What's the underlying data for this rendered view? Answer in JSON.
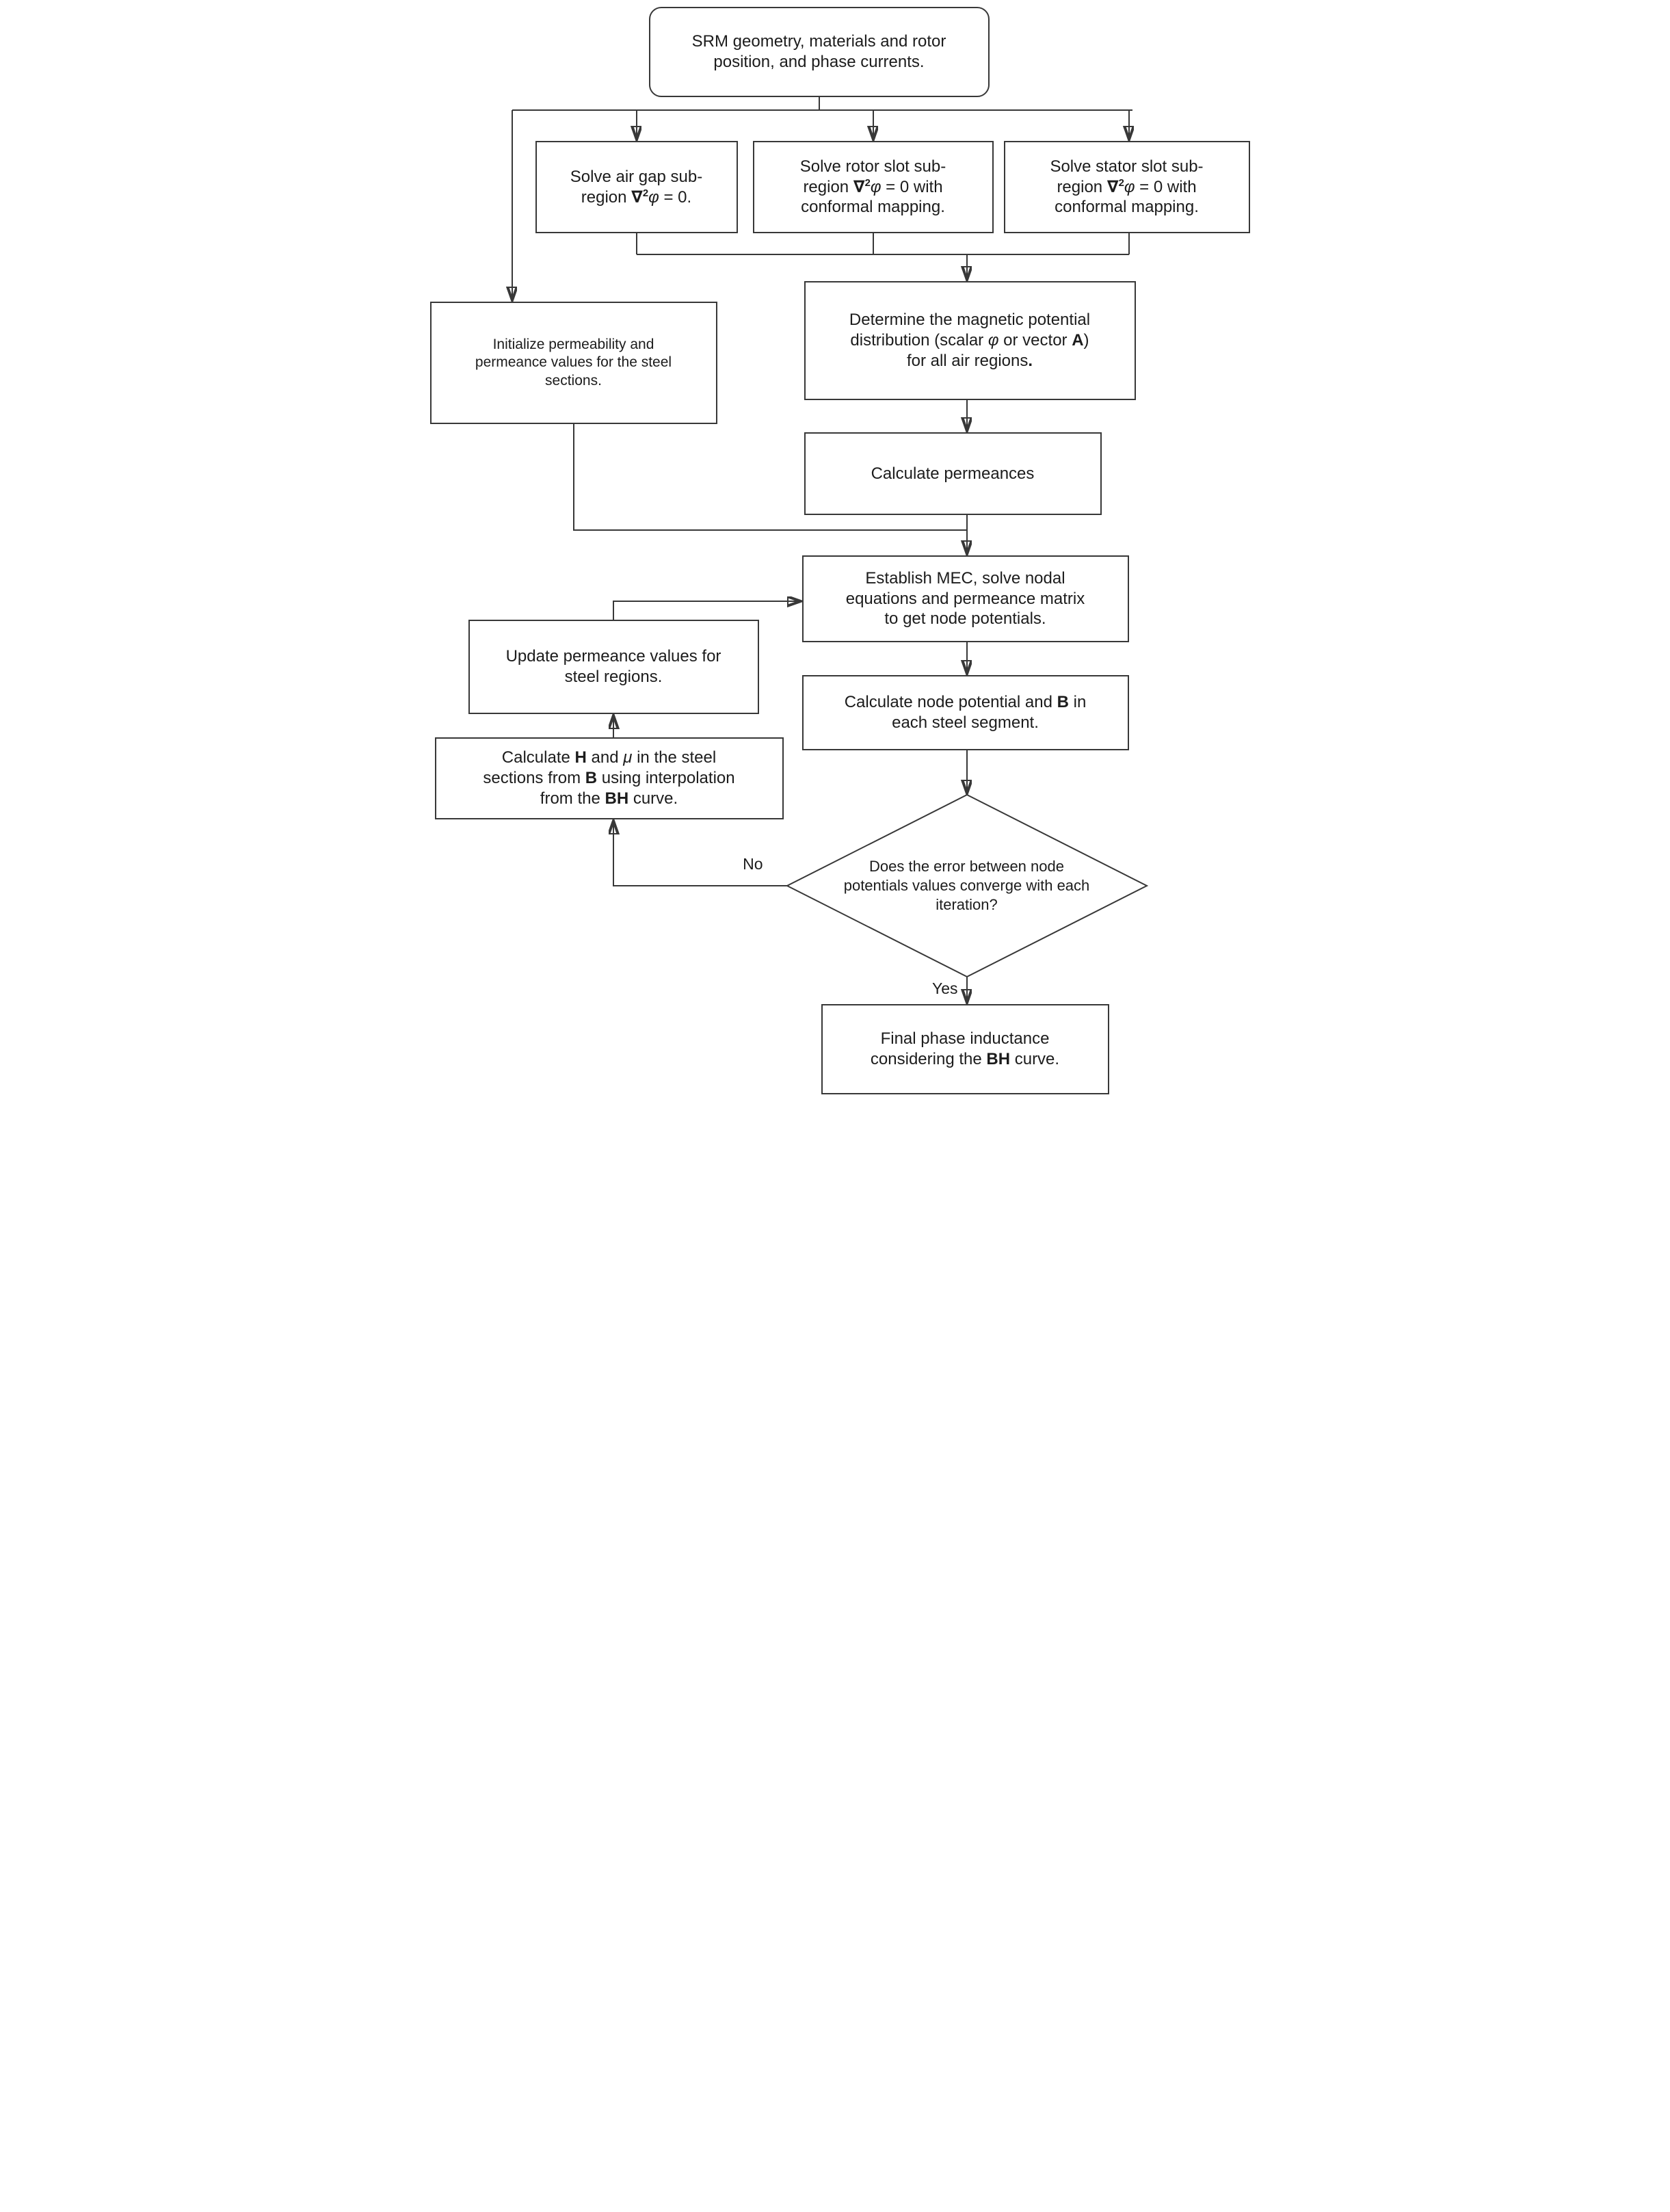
{
  "theme": {
    "background": "#ffffff",
    "stroke": "#383838",
    "text": "#1c1c1c"
  },
  "flowchart": {
    "title": "SRM MEC phase inductance calculation flowchart",
    "nodes": {
      "start": {
        "shape": "rounded-rectangle",
        "segments": [
          {
            "t": "SRM geometry, materials and rotor"
          },
          {
            "br": true
          },
          {
            "t": "position, and phase currents."
          }
        ]
      },
      "solve_air_gap": {
        "shape": "rectangle",
        "segments": [
          {
            "t": "Solve air gap sub-"
          },
          {
            "br": true
          },
          {
            "t": "region "
          },
          {
            "t": "∇",
            "b": true
          },
          {
            "t": "2",
            "b": true,
            "sup": true
          },
          {
            "t": "φ",
            "i": true
          },
          {
            "t": " = 0."
          }
        ]
      },
      "solve_rotor_slot": {
        "shape": "rectangle",
        "segments": [
          {
            "t": "Solve rotor slot sub-"
          },
          {
            "br": true
          },
          {
            "t": "region "
          },
          {
            "t": "∇",
            "b": true
          },
          {
            "t": "2",
            "b": true,
            "sup": true
          },
          {
            "t": "φ",
            "i": true
          },
          {
            "t": " = 0 with"
          },
          {
            "br": true
          },
          {
            "t": "conformal mapping."
          }
        ]
      },
      "solve_stator_slot": {
        "shape": "rectangle",
        "segments": [
          {
            "t": "Solve stator slot sub-"
          },
          {
            "br": true
          },
          {
            "t": "region "
          },
          {
            "t": "∇",
            "b": true
          },
          {
            "t": "2",
            "b": true,
            "sup": true
          },
          {
            "t": "φ",
            "i": true
          },
          {
            "t": " = 0 with"
          },
          {
            "br": true
          },
          {
            "t": "conformal mapping."
          }
        ]
      },
      "initialize_permeability": {
        "shape": "rectangle",
        "segments": [
          {
            "t": "Initialize permeability and"
          },
          {
            "br": true
          },
          {
            "t": "permeance values for the steel"
          },
          {
            "br": true
          },
          {
            "t": "sections."
          }
        ]
      },
      "determine_potential": {
        "shape": "rectangle",
        "segments": [
          {
            "t": "Determine the magnetic potential"
          },
          {
            "br": true
          },
          {
            "t": "distribution (scalar "
          },
          {
            "t": "φ",
            "i": true
          },
          {
            "t": " or vector "
          },
          {
            "t": "A",
            "b": true
          },
          {
            "t": ")"
          },
          {
            "br": true
          },
          {
            "t": "for all air regions"
          },
          {
            "t": ".",
            "b": true
          }
        ]
      },
      "calculate_permeances": {
        "shape": "rectangle",
        "segments": [
          {
            "t": "Calculate permeances"
          }
        ]
      },
      "establish_mec": {
        "shape": "rectangle",
        "segments": [
          {
            "t": "Establish MEC, solve nodal"
          },
          {
            "br": true
          },
          {
            "t": "equations and permeance matrix"
          },
          {
            "br": true
          },
          {
            "t": "to get node potentials."
          }
        ]
      },
      "update_permeance": {
        "shape": "rectangle",
        "segments": [
          {
            "t": "Update permeance values for"
          },
          {
            "br": true
          },
          {
            "t": "steel regions."
          }
        ]
      },
      "calculate_h_mu": {
        "shape": "rectangle",
        "segments": [
          {
            "t": "Calculate "
          },
          {
            "t": "H",
            "b": true
          },
          {
            "t": " and "
          },
          {
            "t": "μ",
            "i": true
          },
          {
            "t": " in the steel"
          },
          {
            "br": true
          },
          {
            "t": "sections from "
          },
          {
            "t": "B",
            "b": true
          },
          {
            "t": " using interpolation"
          },
          {
            "br": true
          },
          {
            "t": "from the "
          },
          {
            "t": "BH",
            "b": true
          },
          {
            "t": " curve."
          }
        ]
      },
      "calculate_node_potential": {
        "shape": "rectangle",
        "segments": [
          {
            "t": "Calculate node potential and "
          },
          {
            "t": "B",
            "b": true
          },
          {
            "t": " in"
          },
          {
            "br": true
          },
          {
            "t": "each steel segment."
          }
        ]
      },
      "decision_convergence": {
        "shape": "diamond",
        "segments": [
          {
            "t": "Does the error between node"
          },
          {
            "br": true
          },
          {
            "t": "potentials values converge with each"
          },
          {
            "br": true
          },
          {
            "t": "iteration?"
          }
        ]
      },
      "final_inductance": {
        "shape": "rectangle",
        "segments": [
          {
            "t": "Final phase inductance"
          },
          {
            "br": true
          },
          {
            "t": "considering the "
          },
          {
            "t": "BH",
            "b": true
          },
          {
            "t": " curve."
          }
        ]
      }
    },
    "edge_labels": {
      "no": "No",
      "yes": "Yes"
    }
  }
}
